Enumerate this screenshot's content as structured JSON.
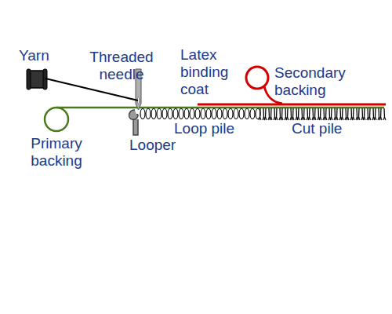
{
  "diagram": {
    "labels": [
      "Yarn",
      "Threaded needle",
      "Latex binding coat",
      "Secondary backing",
      "Primary backing",
      "Looper",
      "Loop pile",
      "Cut pile"
    ]
  }
}
